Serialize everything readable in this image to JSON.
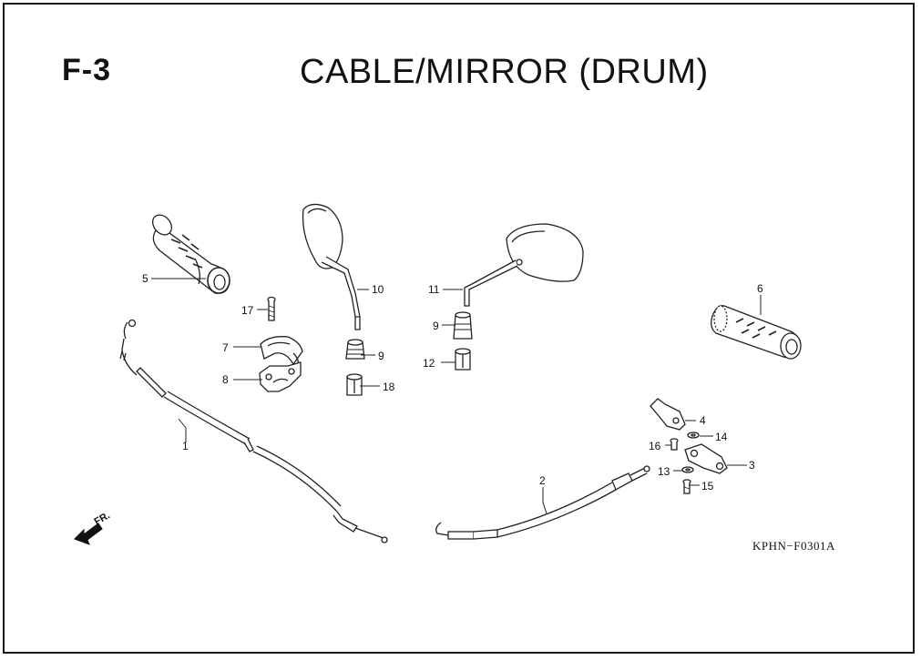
{
  "header": {
    "figure_id": "F-3",
    "title": "CABLE/MIRROR (DRUM)"
  },
  "footer": {
    "code": "KPHN−F0301A"
  },
  "direction_label": "FR.",
  "callouts": {
    "c1": "1",
    "c2": "2",
    "c3": "3",
    "c4": "4",
    "c5": "5",
    "c6": "6",
    "c7": "7",
    "c8": "8",
    "c9a": "9",
    "c9b": "9",
    "c10": "10",
    "c11": "11",
    "c12": "12",
    "c13": "13",
    "c14": "14",
    "c15": "15",
    "c16": "16",
    "c17": "17",
    "c18": "18"
  }
}
